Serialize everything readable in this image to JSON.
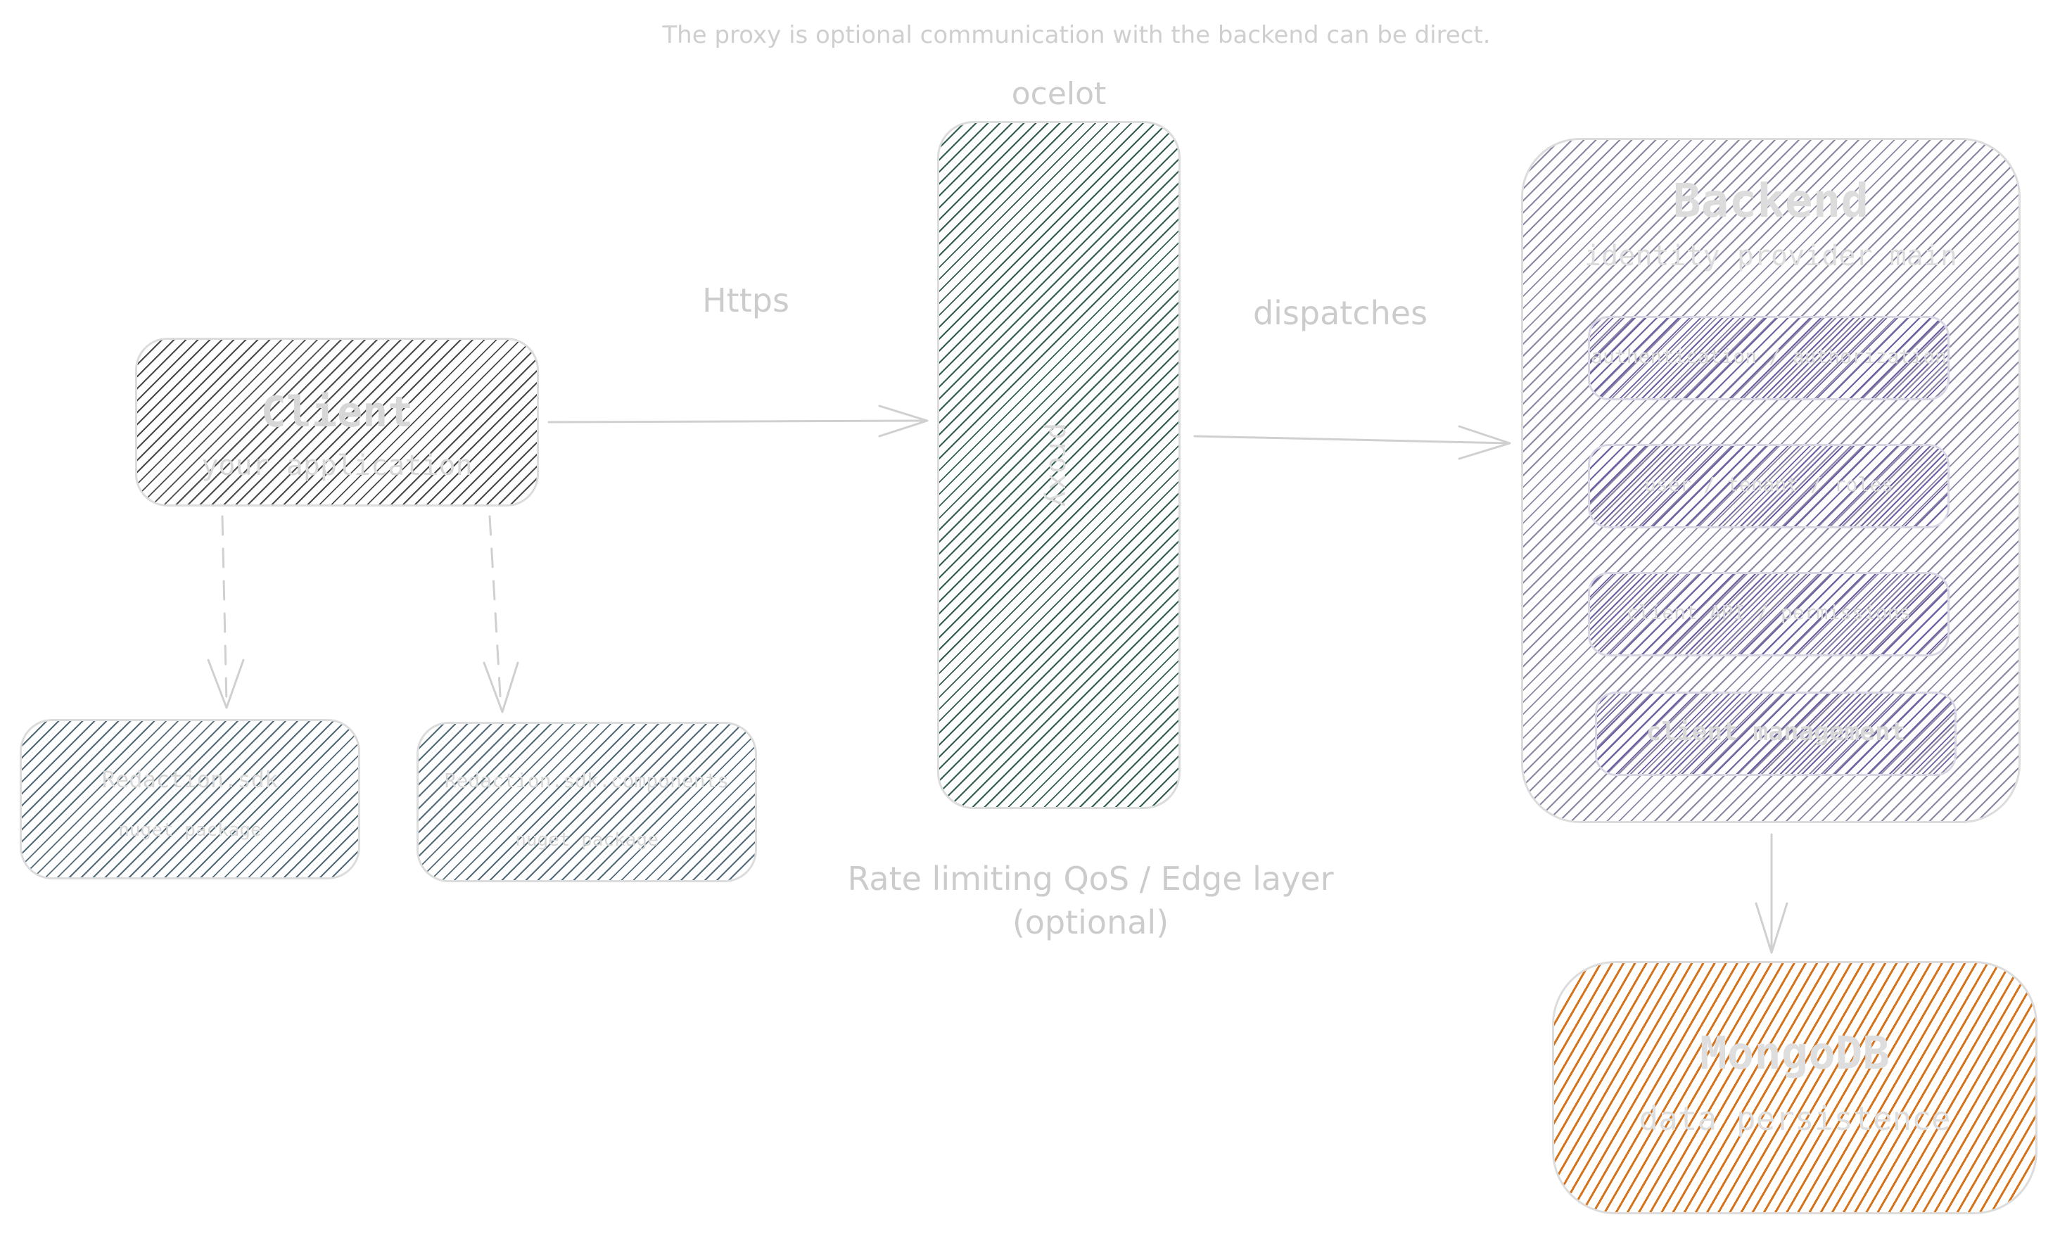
{
  "note": "The proxy is optional communication with the backend can be direct.",
  "ocelot_label": "ocelot",
  "https_label": "Https",
  "dispatches_label": "dispatches",
  "edge_label": {
    "line1": "Rate limiting QoS / Edge layer",
    "line2": "(optional)"
  },
  "client": {
    "title": "Client",
    "subtitle": "your application"
  },
  "sdk_left": {
    "title": "Redaction.sdk",
    "subtitle": "nuget package"
  },
  "sdk_right": {
    "title": "Redaction.sdk.components",
    "subtitle": "nuget package"
  },
  "proxy": {
    "label": "proxy"
  },
  "backend": {
    "title": "Backend",
    "subtitle": "identity provider main",
    "modules": [
      {
        "label": "authentication / authorization"
      },
      {
        "label": "user / tenant / roles"
      },
      {
        "label": "client API / permissions"
      },
      {
        "label": "client management"
      }
    ]
  },
  "mongodb": {
    "title": "MongoDB",
    "subtitle": "data persistence"
  },
  "colors": {
    "text": "#d3d3d3",
    "border": "#dcdcdc",
    "client_hatch": "#4a4a4a",
    "sdk_hatch": "#526b78",
    "proxy_hatch": "#2f5e4c",
    "backend_hatch": "#8c86a4",
    "module_hatch": "#6e5fa3",
    "mongodb_hatch": "#d4731c"
  }
}
